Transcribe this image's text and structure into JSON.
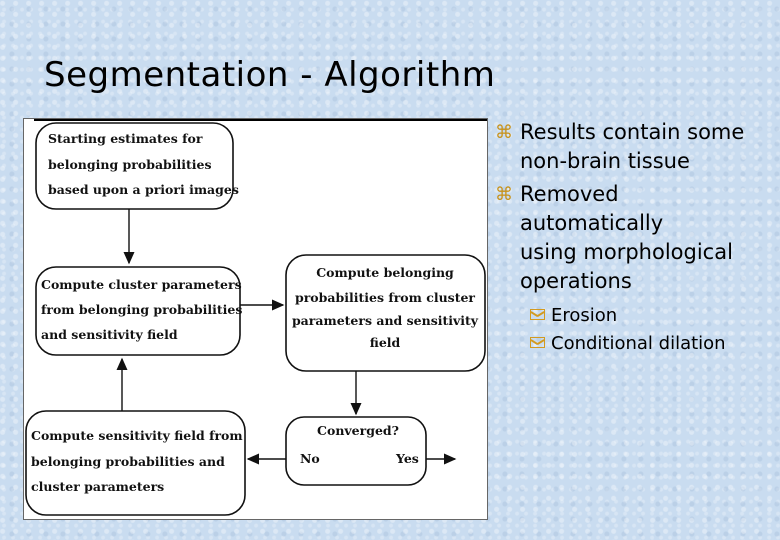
{
  "slide": {
    "title": "Segmentation - Algorithm"
  },
  "diagram": {
    "boxes": {
      "start": [
        "Starting estimates for",
        "belonging probabilities",
        "based upon a priori images"
      ],
      "cluster": [
        "Compute cluster parameters",
        "from belonging probabilities",
        "and sensitivity field"
      ],
      "belonging": [
        "Compute belonging",
        "probabilities from cluster",
        "parameters and sensitivity",
        "field"
      ],
      "sensitivity": [
        "Compute sensitivity field from",
        "belonging probabilities and",
        "cluster parameters"
      ],
      "converged": {
        "question": "Converged?",
        "no": "No",
        "yes": "Yes"
      }
    }
  },
  "bullets": [
    {
      "lines": [
        "Results contain some",
        "non-brain tissue"
      ]
    },
    {
      "lines": [
        "Removed",
        "automatically",
        "using morphological",
        "operations"
      ]
    }
  ],
  "sub_bullets": [
    "Erosion",
    "Conditional dilation"
  ],
  "colors": {
    "background": "#c9dcf0",
    "bullet_accent": "#c8921a"
  },
  "icons": {
    "bullet": "command-key-icon",
    "sub_bullet": "envelope-icon"
  }
}
